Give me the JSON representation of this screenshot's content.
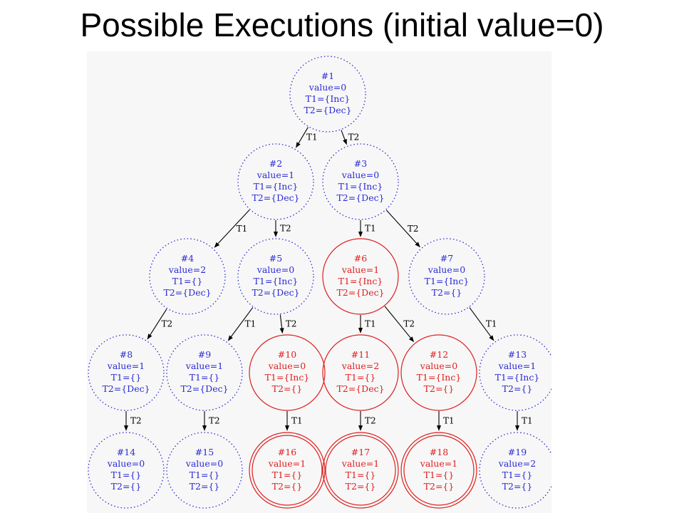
{
  "title": "Possible Executions (initial value=0)",
  "colors": {
    "normal": "#2b2bd6",
    "highlight": "#e01e1e",
    "edge": "#000000",
    "canvas": "#f7f7f7"
  },
  "nodes": [
    {
      "id": "1",
      "style": "dotted",
      "lines": [
        "#1",
        "value=0",
        "T1={Inc}",
        "T2={Dec}"
      ]
    },
    {
      "id": "2",
      "style": "dotted",
      "lines": [
        "#2",
        "value=1",
        "T1={Inc}",
        "T2={Dec}"
      ]
    },
    {
      "id": "3",
      "style": "dotted",
      "lines": [
        "#3",
        "value=0",
        "T1={Inc}",
        "T2={Dec}"
      ]
    },
    {
      "id": "4",
      "style": "dotted",
      "lines": [
        "#4",
        "value=2",
        "T1={}",
        "T2={Dec}"
      ]
    },
    {
      "id": "5",
      "style": "dotted",
      "lines": [
        "#5",
        "value=0",
        "T1={Inc}",
        "T2={Dec}"
      ]
    },
    {
      "id": "6",
      "style": "solid",
      "lines": [
        "#6",
        "value=1",
        "T1={Inc}",
        "T2={Dec}"
      ]
    },
    {
      "id": "7",
      "style": "dotted",
      "lines": [
        "#7",
        "value=0",
        "T1={Inc}",
        "T2={}"
      ]
    },
    {
      "id": "8",
      "style": "dotted",
      "lines": [
        "#8",
        "value=1",
        "T1={}",
        "T2={Dec}"
      ]
    },
    {
      "id": "9",
      "style": "dotted",
      "lines": [
        "#9",
        "value=1",
        "T1={}",
        "T2={Dec}"
      ]
    },
    {
      "id": "10",
      "style": "solid",
      "lines": [
        "#10",
        "value=0",
        "T1={Inc}",
        "T2={}"
      ]
    },
    {
      "id": "11",
      "style": "solid",
      "lines": [
        "#11",
        "value=2",
        "T1={}",
        "T2={Dec}"
      ]
    },
    {
      "id": "12",
      "style": "solid",
      "lines": [
        "#12",
        "value=0",
        "T1={Inc}",
        "T2={}"
      ]
    },
    {
      "id": "13",
      "style": "dotted",
      "lines": [
        "#13",
        "value=1",
        "T1={Inc}",
        "T2={}"
      ]
    },
    {
      "id": "14",
      "style": "dotted",
      "lines": [
        "#14",
        "value=0",
        "T1={}",
        "T2={}"
      ]
    },
    {
      "id": "15",
      "style": "dotted",
      "lines": [
        "#15",
        "value=0",
        "T1={}",
        "T2={}"
      ]
    },
    {
      "id": "16",
      "style": "double",
      "lines": [
        "#16",
        "value=1",
        "T1={}",
        "T2={}"
      ]
    },
    {
      "id": "17",
      "style": "double",
      "lines": [
        "#17",
        "value=1",
        "T1={}",
        "T2={}"
      ]
    },
    {
      "id": "18",
      "style": "double",
      "lines": [
        "#18",
        "value=1",
        "T1={}",
        "T2={}"
      ]
    },
    {
      "id": "19",
      "style": "dotted",
      "lines": [
        "#19",
        "value=2",
        "T1={}",
        "T2={}"
      ]
    }
  ],
  "edges": [
    {
      "from": "1",
      "to": "2",
      "label": "T1"
    },
    {
      "from": "1",
      "to": "3",
      "label": "T2"
    },
    {
      "from": "2",
      "to": "4",
      "label": "T1"
    },
    {
      "from": "2",
      "to": "5",
      "label": "T2"
    },
    {
      "from": "3",
      "to": "6",
      "label": "T1"
    },
    {
      "from": "3",
      "to": "7",
      "label": "T2"
    },
    {
      "from": "4",
      "to": "8",
      "label": "T2"
    },
    {
      "from": "5",
      "to": "9",
      "label": "T1"
    },
    {
      "from": "5",
      "to": "10",
      "label": "T2"
    },
    {
      "from": "6",
      "to": "11",
      "label": "T1"
    },
    {
      "from": "6",
      "to": "12",
      "label": "T2"
    },
    {
      "from": "7",
      "to": "13",
      "label": "T1"
    },
    {
      "from": "8",
      "to": "14",
      "label": "T2"
    },
    {
      "from": "9",
      "to": "15",
      "label": "T2"
    },
    {
      "from": "10",
      "to": "16",
      "label": "T1"
    },
    {
      "from": "11",
      "to": "17",
      "label": "T2"
    },
    {
      "from": "12",
      "to": "18",
      "label": "T1"
    },
    {
      "from": "13",
      "to": "19",
      "label": "T1"
    }
  ]
}
